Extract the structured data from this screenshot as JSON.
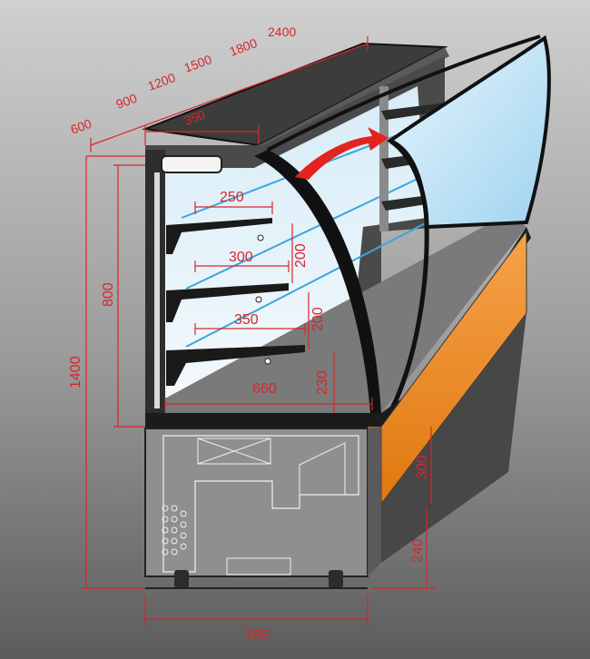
{
  "colors": {
    "background_top": "#c7c7c7",
    "background_bottom": "#5a5a5a",
    "dimension": "#d8262b",
    "glass": "#bfe4f7",
    "orange_panel": "#f08a1d",
    "body_dark": "#3a3a3a",
    "body_grey": "#8d8d8d"
  },
  "top_lengths": [
    "2400",
    "1800",
    "1500",
    "1200",
    "900",
    "600"
  ],
  "top_depth": "350",
  "shelf_depths": [
    "250",
    "300",
    "350"
  ],
  "shelf_spacing": [
    "200",
    "200",
    "230"
  ],
  "base_depth_inner": "660",
  "height_total": "1400",
  "height_display": "800",
  "front_panel": "300",
  "leg_height": "240",
  "base_width": "785"
}
